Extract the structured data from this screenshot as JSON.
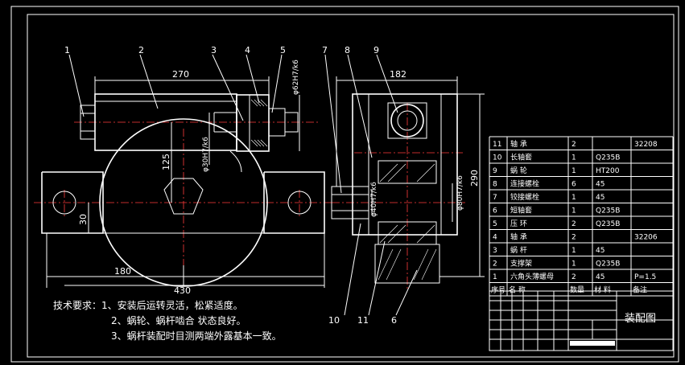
{
  "leaders": [
    "1",
    "2",
    "3",
    "4",
    "5",
    "6",
    "7",
    "8",
    "9",
    "10",
    "11"
  ],
  "dims": {
    "d270": "270",
    "d182": "182",
    "d62": "φ62H7/k6",
    "d30": "φ30H7/k6",
    "d125": "125",
    "d40": "φ40H7/k6",
    "d80": "φ80H7/k6",
    "d290": "290",
    "d30b": "30",
    "d180": "180",
    "d430": "430"
  },
  "tech_notes": [
    "技术要求：1、安装后运转灵活，松紧适度。",
    "2、蜗轮、蜗杆啮合  状态良好。",
    "3、蜗杆装配时目测两端外露基本一致。"
  ],
  "bom_rows": [
    {
      "no": "11",
      "name": "轴    承",
      "qty": "2",
      "mat": "",
      "note": "32208"
    },
    {
      "no": "10",
      "name": "长轴套",
      "qty": "1",
      "mat": "Q235B",
      "note": ""
    },
    {
      "no": "9",
      "name": "蜗    轮",
      "qty": "1",
      "mat": "HT200",
      "note": ""
    },
    {
      "no": "8",
      "name": "连接螺栓",
      "qty": "6",
      "mat": "45",
      "note": ""
    },
    {
      "no": "7",
      "name": "铰接螺栓",
      "qty": "1",
      "mat": "45",
      "note": ""
    },
    {
      "no": "6",
      "name": "短轴套",
      "qty": "1",
      "mat": "Q235B",
      "note": ""
    },
    {
      "no": "5",
      "name": "压    环",
      "qty": "2",
      "mat": "Q235B",
      "note": ""
    },
    {
      "no": "4",
      "name": "轴    承",
      "qty": "2",
      "mat": "",
      "note": "32206"
    },
    {
      "no": "3",
      "name": "蜗    杆",
      "qty": "1",
      "mat": "45",
      "note": ""
    },
    {
      "no": "2",
      "name": "支撑架",
      "qty": "1",
      "mat": "Q235B",
      "note": ""
    },
    {
      "no": "1",
      "name": "六角头薄螺母",
      "qty": "2",
      "mat": "45",
      "note": "P=1.5"
    }
  ],
  "bom_header": {
    "no": "序号",
    "name": "名    称",
    "qty": "数量",
    "mat": "材    料",
    "note": "备注"
  },
  "title_block": {
    "title": "装配图"
  }
}
